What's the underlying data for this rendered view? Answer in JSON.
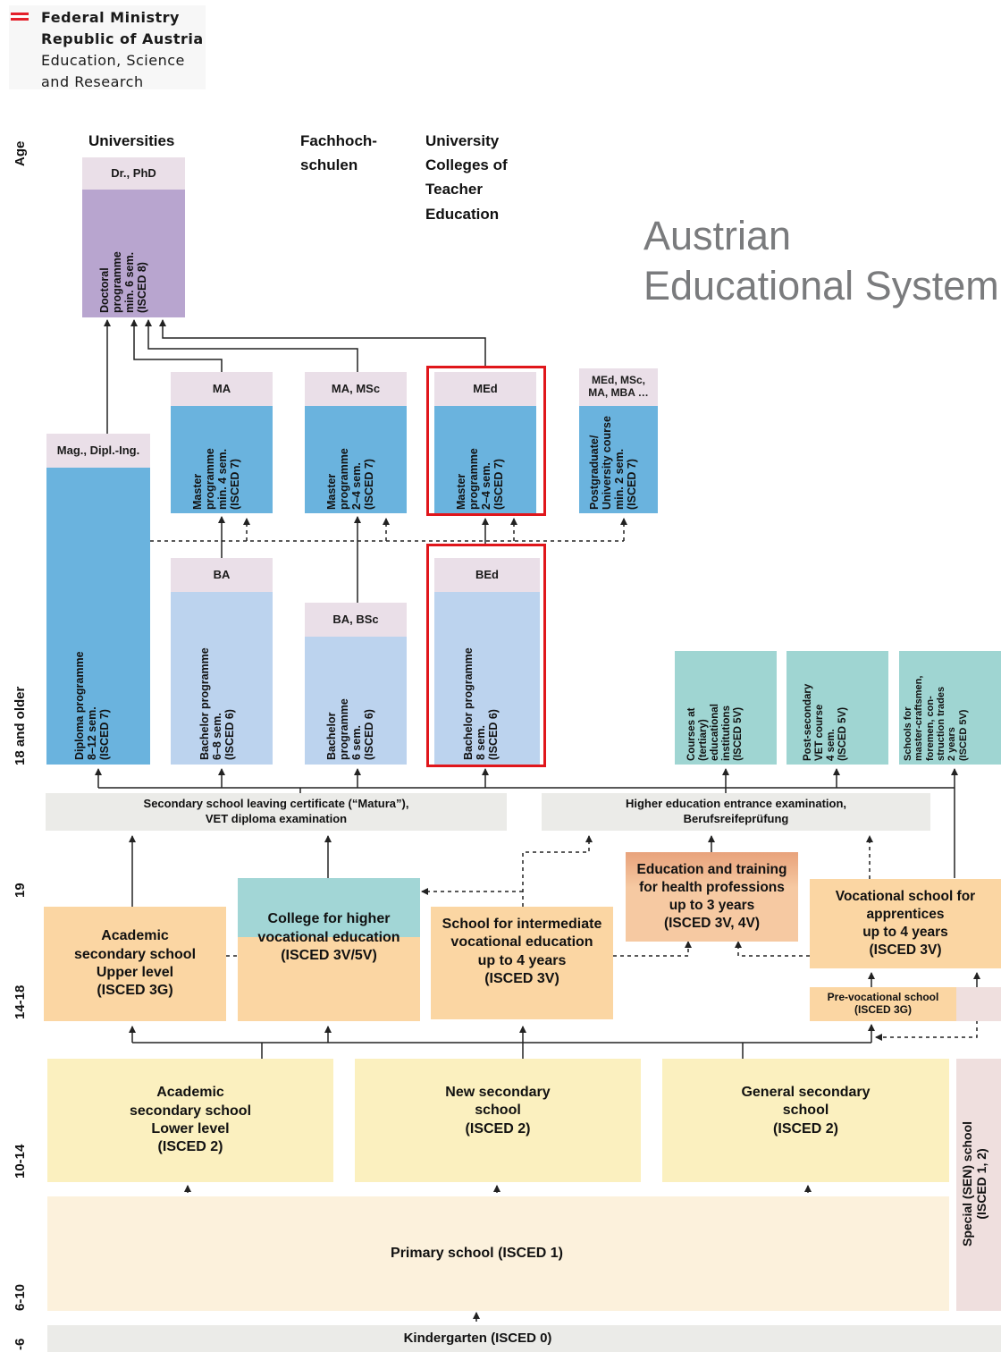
{
  "logo": {
    "line1": "Federal Ministry",
    "line2": "Republic of Austria",
    "line3": "Education, Science",
    "line4": "and Research"
  },
  "title": {
    "line1": "Austrian",
    "line2": "Educational System"
  },
  "age_axis": {
    "label": "Age",
    "a18": "18 and older",
    "a19": "19",
    "a14_18": "14-18",
    "a10_14": "10-14",
    "a6_10": "6-10",
    "a6": "-6"
  },
  "columns": {
    "universities": "Universities",
    "fh_1": "Fachhoch-",
    "fh_2": "schulen",
    "ucte_1": "University",
    "ucte_2": "Colleges of",
    "ucte_3": "Teacher",
    "ucte_4": "Education"
  },
  "doctoral": {
    "header": "Dr., PhD",
    "l1": "Doctoral",
    "l2": "programme",
    "l3": "min. 6 sem.",
    "l4": "(ISCED 8)"
  },
  "diploma": {
    "header": "Mag., Dipl.-Ing.",
    "l1": "Diploma programme",
    "l2": "8–12 sem.",
    "l3": "(ISCED 7)"
  },
  "ma": {
    "header": "MA",
    "l1": "Master",
    "l2": "programme",
    "l3": "min. 4 sem.",
    "l4": "(ISCED 7)"
  },
  "ma_msc": {
    "header": "MA, MSc",
    "l1": "Master",
    "l2": "programme",
    "l3": "2–4 sem.",
    "l4": "(ISCED 7)"
  },
  "med": {
    "header": "MEd",
    "l1": "Master",
    "l2": "programme",
    "l3": "2–4 sem.",
    "l4": "(ISCED 7)"
  },
  "postgrad": {
    "header_1": "MEd, MSc,",
    "header_2": "MA, MBA …",
    "l1": "Postgraduate/",
    "l2": "University course",
    "l3": "min. 2 sem.",
    "l4": "(ISCED 7)"
  },
  "ba": {
    "header": "BA",
    "l1": "Bachelor programme",
    "l2": "6–8 sem.",
    "l3": "(ISCED 6)"
  },
  "ba_bsc": {
    "header": "BA, BSc",
    "l1": "Bachelor",
    "l2": "programme",
    "l3": "6 sem.",
    "l4": "(ISCED 6)"
  },
  "bed": {
    "header": "BEd",
    "l1": "Bachelor programme",
    "l2": "8 sem.",
    "l3": "(ISCED 6)"
  },
  "courses": {
    "l1": "Courses at",
    "l2": "(tertiary)",
    "l3": "educational",
    "l4": "institutions",
    "l5": "(ISCED 5V)"
  },
  "postsec": {
    "l1": "Post-secondary",
    "l2": "VET course",
    "l3": "4 sem.",
    "l4": "(ISCED 5V)"
  },
  "master_schools": {
    "l1": "Schools for",
    "l2": "master-craftsmen,",
    "l3": "foremen, con-",
    "l4": "struction trades",
    "l5": "2 years",
    "l6": "(ISCED 5V)"
  },
  "matura": {
    "l1": "Secondary school leaving certificate (“Matura”),",
    "l2": "VET diploma examination"
  },
  "hee": {
    "l1": "Higher education entrance examination,",
    "l2": "Berufsreifeprüfung"
  },
  "health": {
    "l1": "Education and training",
    "l2": "for health professions",
    "l3": "up to 3 years",
    "l4": "(ISCED 3V, 4V)"
  },
  "ahs_upper": {
    "l1": "Academic",
    "l2": "secondary school",
    "l3": "Upper level",
    "l4": "(ISCED 3G)"
  },
  "college": {
    "l1": "College for higher",
    "l2": "vocational education",
    "l3": "(ISCED 3V/5V)"
  },
  "intermediate": {
    "l1": "School for intermediate",
    "l2": "vocational education",
    "l3": "up to 4 years",
    "l4": "(ISCED 3V)"
  },
  "apprentice": {
    "l1": "Vocational school for",
    "l2": "apprentices",
    "l3": "up to 4 years",
    "l4": "(ISCED 3V)"
  },
  "prevoc": {
    "l1": "Pre-vocational school",
    "l2": "(ISCED 3G)"
  },
  "ahs_lower": {
    "l1": "Academic",
    "l2": "secondary school",
    "l3": "Lower level",
    "l4": "(ISCED 2)"
  },
  "nms": {
    "l1": "New secondary",
    "l2": "school",
    "l3": "(ISCED 2)"
  },
  "gss": {
    "l1": "General secondary",
    "l2": "school",
    "l3": "(ISCED 2)"
  },
  "sen": {
    "l1": "Special (SEN) school",
    "l2": "(ISCED 1, 2)"
  },
  "primary": {
    "label": "Primary school (ISCED 1)"
  },
  "kindergarten": {
    "label": "Kindergarten (ISCED 0)"
  }
}
